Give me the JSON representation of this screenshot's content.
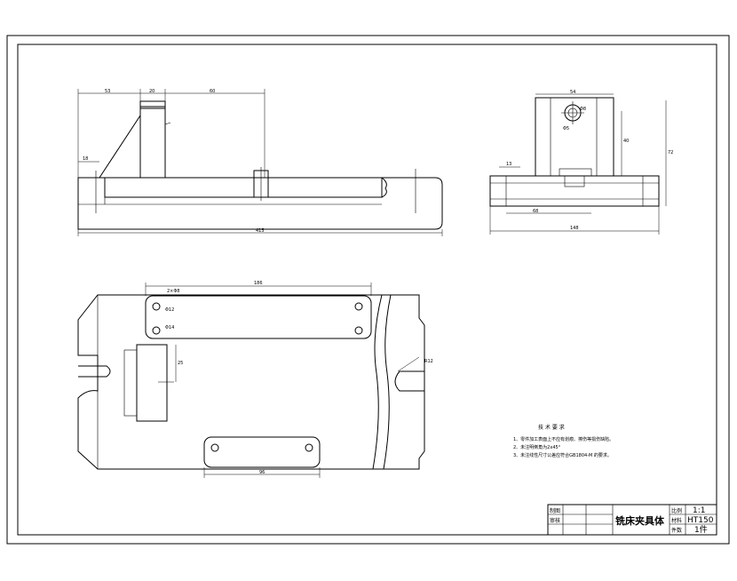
{
  "title_block": {
    "title": "铣床夹具体",
    "row1_left": "制图",
    "row2_left": "审核",
    "scale_label": "比例",
    "scale": "1:1",
    "material_label": "材料",
    "material": "HT150",
    "qty_label": "件数",
    "qty": "1件"
  },
  "notes": {
    "heading": "技 术 要 求",
    "lines": [
      "1、零件加工表面上不应有划痕、擦伤等损伤缺陷。",
      "2、未注明倒角为2x45°",
      "3、未注线性尺寸公差应符合GB1804-M     的要求。"
    ]
  },
  "front_view": {
    "dim_top_1": "53",
    "dim_top_2": "20",
    "dim_top_3": "60",
    "dim_left": "18",
    "dim_overall": "415"
  },
  "side_view": {
    "dim_top": "54",
    "dim_height": "72",
    "dim_right": "40",
    "dim_left_small": "13",
    "dim_bottom_inner": "68",
    "dim_bottom": "148",
    "hole_label_1": "Φ8",
    "hole_label_2": "Φ5"
  },
  "top_view": {
    "dim_top": "186",
    "dim_bottom": "96",
    "dim_slot": "R12",
    "dim_side": "25",
    "hole_1": "2×Φ8",
    "hole_2": "Φ12",
    "hole_3": "Φ14"
  }
}
